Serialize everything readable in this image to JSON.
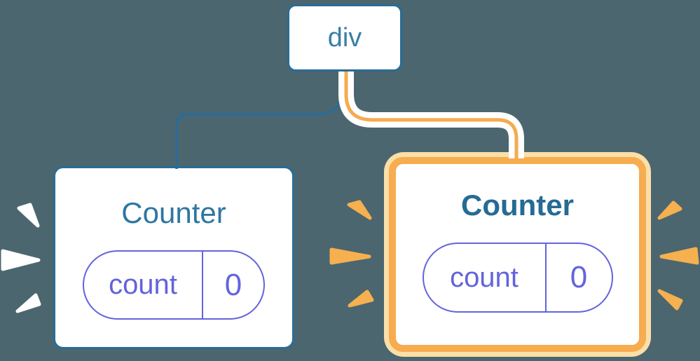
{
  "diagram": {
    "root": {
      "label": "div"
    },
    "children": [
      {
        "title": "Counter",
        "highlighted": false,
        "state": {
          "key": "count",
          "value": "0"
        }
      },
      {
        "title": "Counter",
        "highlighted": true,
        "state": {
          "key": "count",
          "value": "0"
        }
      }
    ]
  },
  "colors": {
    "background": "#4b666f",
    "node_border_blue": "#2a6c97",
    "node_text_blue": "#3b7ea7",
    "title_blue": "#2f76a2",
    "title_blue_bold": "#256b94",
    "state_purple": "#6363de",
    "highlight_orange": "#f7ac50",
    "highlight_orange_light": "#fbdfa9",
    "connector_orange": "#f5ab4e",
    "sparkle_white": "#ffffff",
    "sparkle_orange": "#f6b04f"
  }
}
